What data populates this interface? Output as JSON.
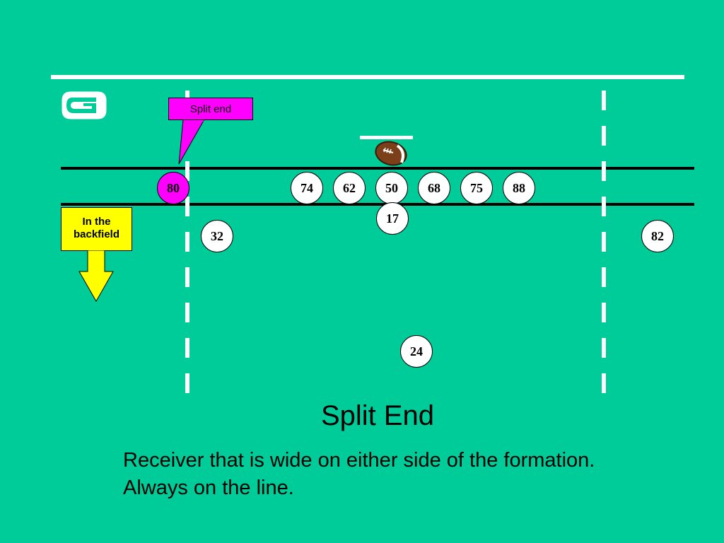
{
  "slide": {
    "title": "Split End",
    "description": "Receiver that is wide on either side of the formation. Always on the line."
  },
  "callouts": {
    "split_end": "Split end",
    "backfield_line1": "In the",
    "backfield_line2": "backfield"
  },
  "players": {
    "split_end": "80",
    "left_tackle": "74",
    "left_guard": "62",
    "center": "50",
    "right_guard": "68",
    "right_tackle": "75",
    "tight_end": "88",
    "quarterback": "17",
    "left_back": "32",
    "flanker": "82",
    "tailback": "24"
  },
  "colors": {
    "field": "#00CC99",
    "highlight": "#FF00FF",
    "callout_yellow": "#FFFF00",
    "player_fill": "#FFFFFF",
    "ball_brown": "#7B3F1A"
  },
  "icons": {
    "logo": "green-bay-g-logo",
    "ball": "football-icon"
  }
}
